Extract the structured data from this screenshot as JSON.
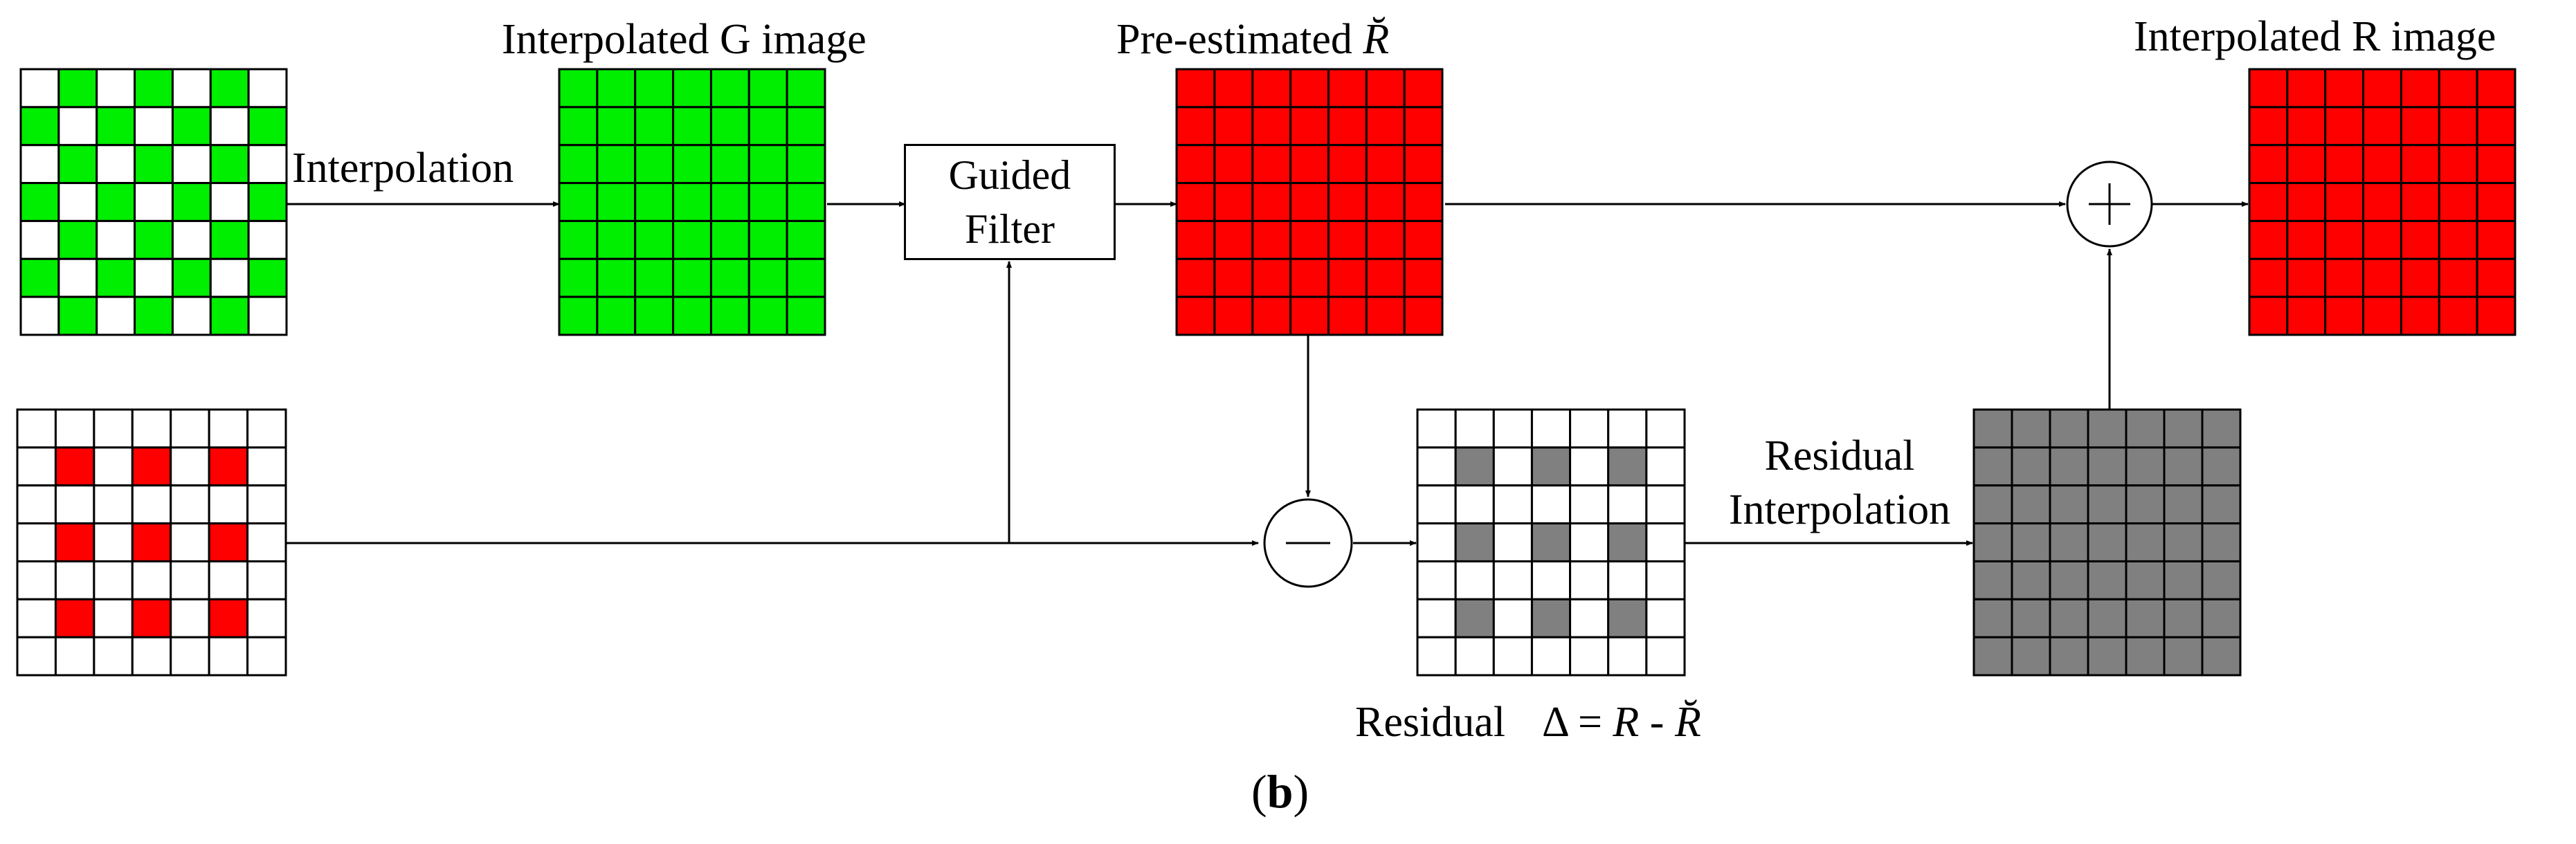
{
  "colors": {
    "green": "#00ee00",
    "red": "#ff0000",
    "gray": "#808080",
    "white": "#ffffff",
    "stroke": "#000000"
  },
  "labels": {
    "interpolated_g_image": "Interpolated G image",
    "pre_estimated": "Pre-estimated",
    "r_breve": "R̆",
    "interpolated_r_image": "Interpolated R image",
    "interpolation": "Interpolation",
    "guided_line1": "Guided",
    "guided_line2": "Filter",
    "residual_interp_line1": "Residual",
    "residual_interp_line2": "Interpolation",
    "residual_word": "Residual",
    "delta": "Δ",
    "equals": "=",
    "r": "R",
    "minus": "-",
    "caption_open": "(",
    "caption_letter": "b",
    "caption_close": ")"
  },
  "symbols": {
    "plus_op": "plus-icon",
    "minus_op": "minus-icon"
  }
}
